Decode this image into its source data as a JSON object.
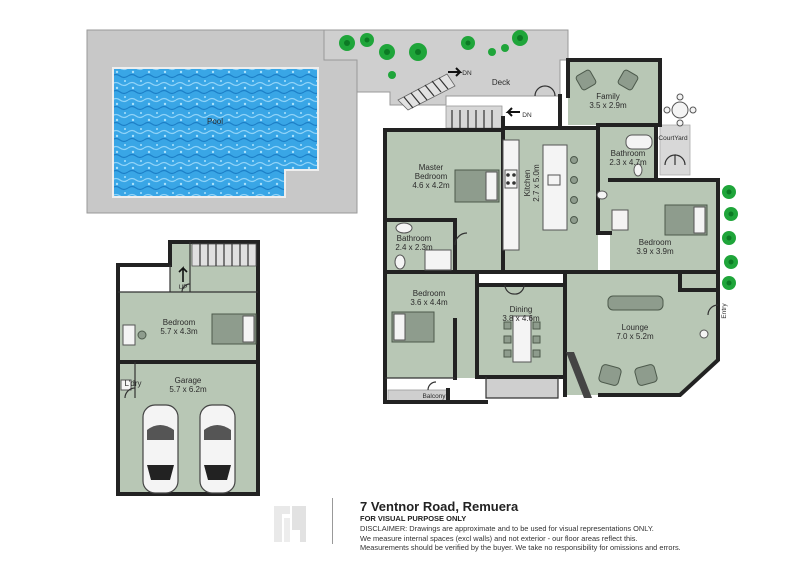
{
  "labels": {
    "pool": "Pool",
    "deck": "Deck",
    "dn1": "DN",
    "dn2": "DN",
    "up": "UP",
    "courtyard": "CourtYard",
    "balcony": "Balcony",
    "entry": "Entry",
    "laundry": "L'dry"
  },
  "rooms": {
    "family": {
      "name": "Family",
      "size": "3.5 x 2.9m"
    },
    "master": {
      "name": "Master",
      "name2": "Bedroom",
      "size": "4.6 x 4.2m"
    },
    "kitchen": {
      "name": "Kitchen",
      "size": "2.7 x 5.0m"
    },
    "bath_right": {
      "name": "Bathroom",
      "size": "2.3 x 4.7m"
    },
    "bed_right": {
      "name": "Bedroom",
      "size": "3.9 x 3.9m"
    },
    "bath_mid": {
      "name": "Bathroom",
      "size": "2.4 x 2.3m"
    },
    "bed_mid": {
      "name": "Bedroom",
      "size": "3.6 x 4.4m"
    },
    "dining": {
      "name": "Dining",
      "size": "3.8 x 4.6m"
    },
    "lounge": {
      "name": "Lounge",
      "size": "7.0 x 5.2m"
    },
    "bed_lower": {
      "name": "Bedroom",
      "size": "5.7 x 4.3m"
    },
    "garage": {
      "name": "Garage",
      "size": "5.7 x 6.2m"
    }
  },
  "footer": {
    "address": "7 Ventnor Road, Remuera",
    "purpose": "FOR VISUAL PURPOSE ONLY",
    "disclaimer_1": "DISCLAIMER: Drawings are approximate and to be used for visual representations ONLY.",
    "disclaimer_2": "We measure internal spaces (excl walls) and not exterior - our floor areas reflect this.",
    "disclaimer_3": "Measurements should be verified by the buyer. We take no responsibility for omissions and errors."
  },
  "colors": {
    "room_fill": "#b8c7b5",
    "pool_water": "#39a6e6",
    "paving": "#c8c8c8",
    "wall": "#222222",
    "tree": "#1fa53a"
  }
}
